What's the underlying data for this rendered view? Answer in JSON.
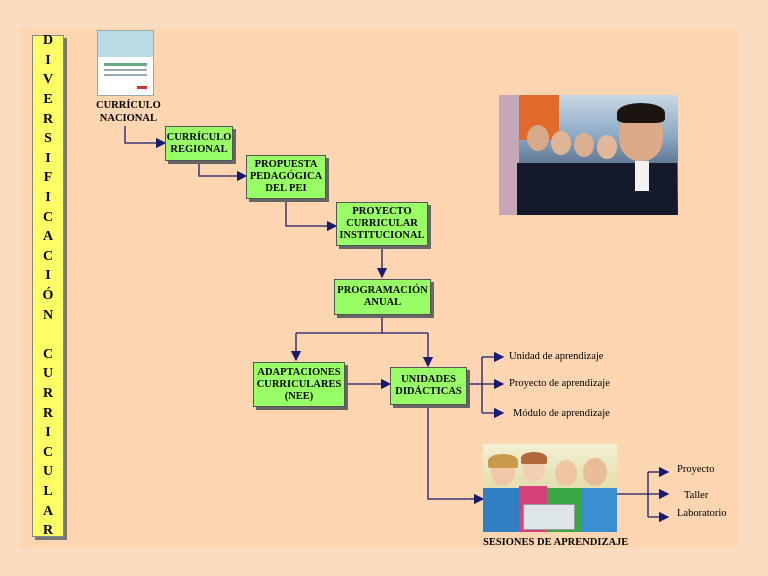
{
  "title_vertical": [
    "D",
    "I",
    "V",
    "E",
    "R",
    "S",
    "I",
    "F",
    "I",
    "C",
    "A",
    "C",
    "I",
    "Ó",
    "N",
    "",
    "C",
    "U",
    "R",
    "R",
    "I",
    "C",
    "U",
    "L",
    "A",
    "R"
  ],
  "curriculo_nacional": "CURRÍCULO\nNACIONAL",
  "boxes": {
    "regional": "CURRÍCULO\nREGIONAL",
    "propuesta": "PROPUESTA\nPEDAGÓGICA\nDEL PEI",
    "proyecto_curricular": "PROYECTO\nCURRICULAR\nINSTITUCIONAL",
    "programacion": "PROGRAMACIÓN\nANUAL",
    "adaptaciones": "ADAPTACIONES\nCURRICULARES\n(NEE)",
    "unidades": "UNIDADES\nDIDÁCTICAS"
  },
  "unidades_options": [
    "Unidad de aprendizaje",
    "Proyecto de aprendizaje",
    "Módulo de aprendizaje"
  ],
  "sesiones_label": "SESIONES DE APRENDIZAJE",
  "sesiones_options": [
    "Proyecto",
    "Taller",
    "Laboratorio"
  ],
  "colors": {
    "box_fill": "#99ff66",
    "bar_fill": "#ffff66",
    "arrow": "#1a1a6e",
    "background": "#fdd5b1"
  },
  "images": {
    "book": "book-cover-icon",
    "students_photo": "students-photo",
    "kids_photo": "kids-laptop-photo"
  }
}
